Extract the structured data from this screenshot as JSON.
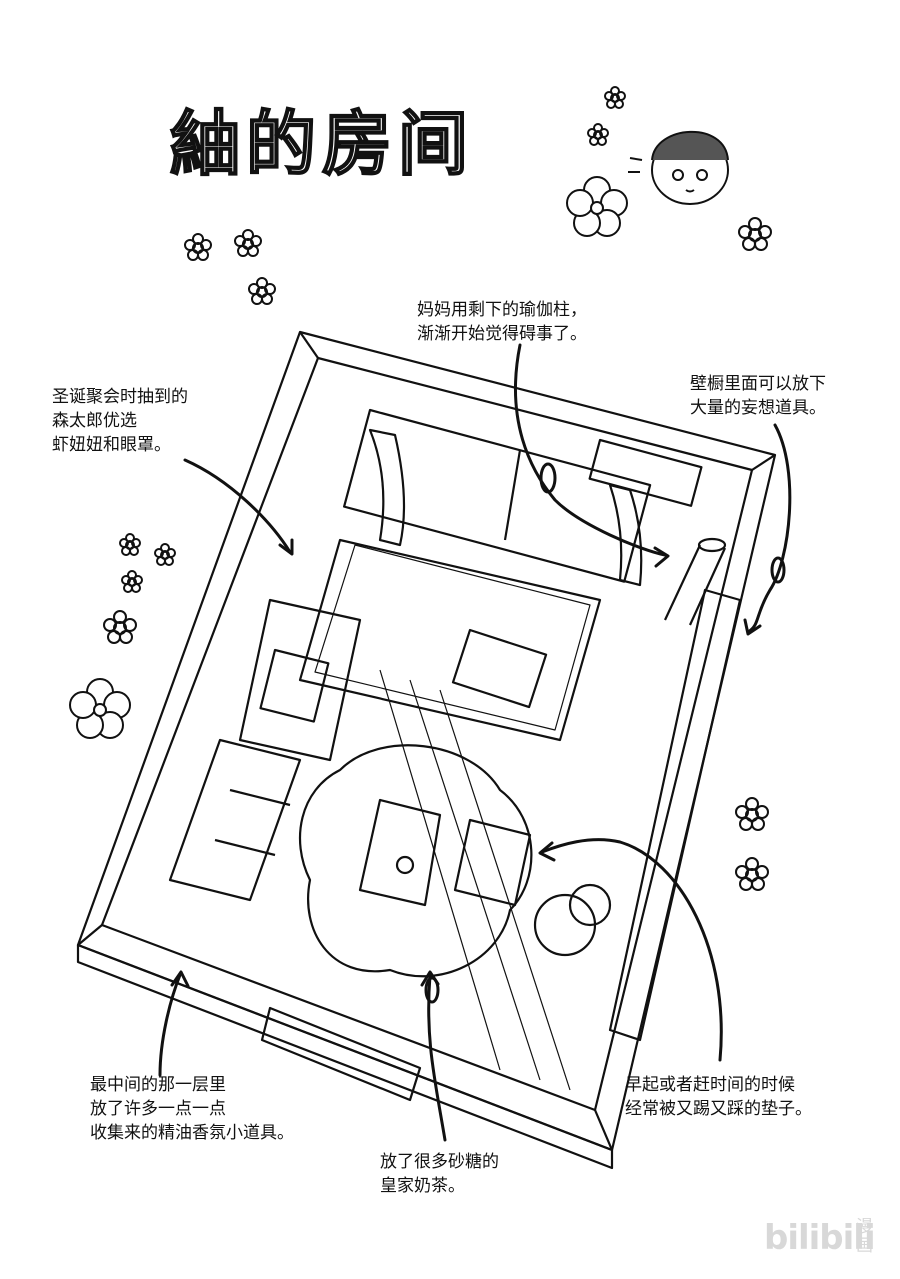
{
  "page_title": "紬的房间",
  "annotations": {
    "yoga": [
      "妈妈用剩下的瑜伽柱，",
      "渐渐开始觉得碍事了。"
    ],
    "closet": [
      "壁橱里面可以放下",
      "大量的妄想道具。"
    ],
    "prize": [
      "圣诞聚会时抽到的",
      "森太郎优选",
      "虾妞妞和眼罩。"
    ],
    "shelf": [
      "最中间的那一层里",
      "放了许多一点一点",
      "收集来的精油香氛小道具。"
    ],
    "tea": [
      "放了很多砂糖的",
      "皇家奶茶。"
    ],
    "cushion": [
      "早起或者赶时间的时候",
      "经常被又踢又踩的垫子。"
    ]
  },
  "watermark": {
    "brand": "bilibili",
    "sub": "漫画"
  },
  "colors": {
    "ink": "#111111",
    "paper": "#ffffff",
    "watermark": "#d8d8d8"
  },
  "icons": [
    "flower-icon",
    "dotted-flower-icon",
    "character-face-icon"
  ]
}
